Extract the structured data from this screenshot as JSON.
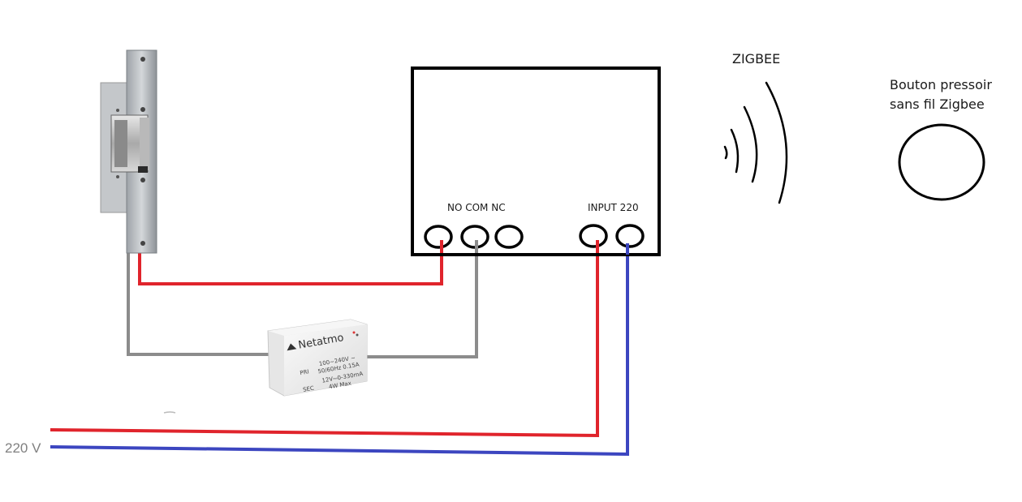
{
  "labels": {
    "relay_left_terminals": "NO COM NC",
    "relay_right_terminals": "INPUT 220",
    "zigbee": "ZIGBEE",
    "button_line1": "Bouton pressoir",
    "button_line2": "sans fil Zigbee",
    "mains": "220 V",
    "psu_brand": "Netatmo",
    "psu_pri_label": "PRI",
    "psu_pri_line1": "100~240V ~",
    "psu_pri_line2": "50/60Hz 0.15A",
    "psu_sec_label": "SEC",
    "psu_sec_line1": "12V⎓0-330mA",
    "psu_sec_line2": "4W Max"
  },
  "colors": {
    "live_wire": "#e0242c",
    "neutral_wire": "#3c46c0",
    "low_voltage_wire": "#8c8c8c",
    "outline": "#000000"
  },
  "icons": {
    "strike": "electric-door-strike-icon",
    "psu": "netatmo-power-supply-icon",
    "waves": "radio-waves-icon",
    "button": "wireless-push-button-icon"
  }
}
